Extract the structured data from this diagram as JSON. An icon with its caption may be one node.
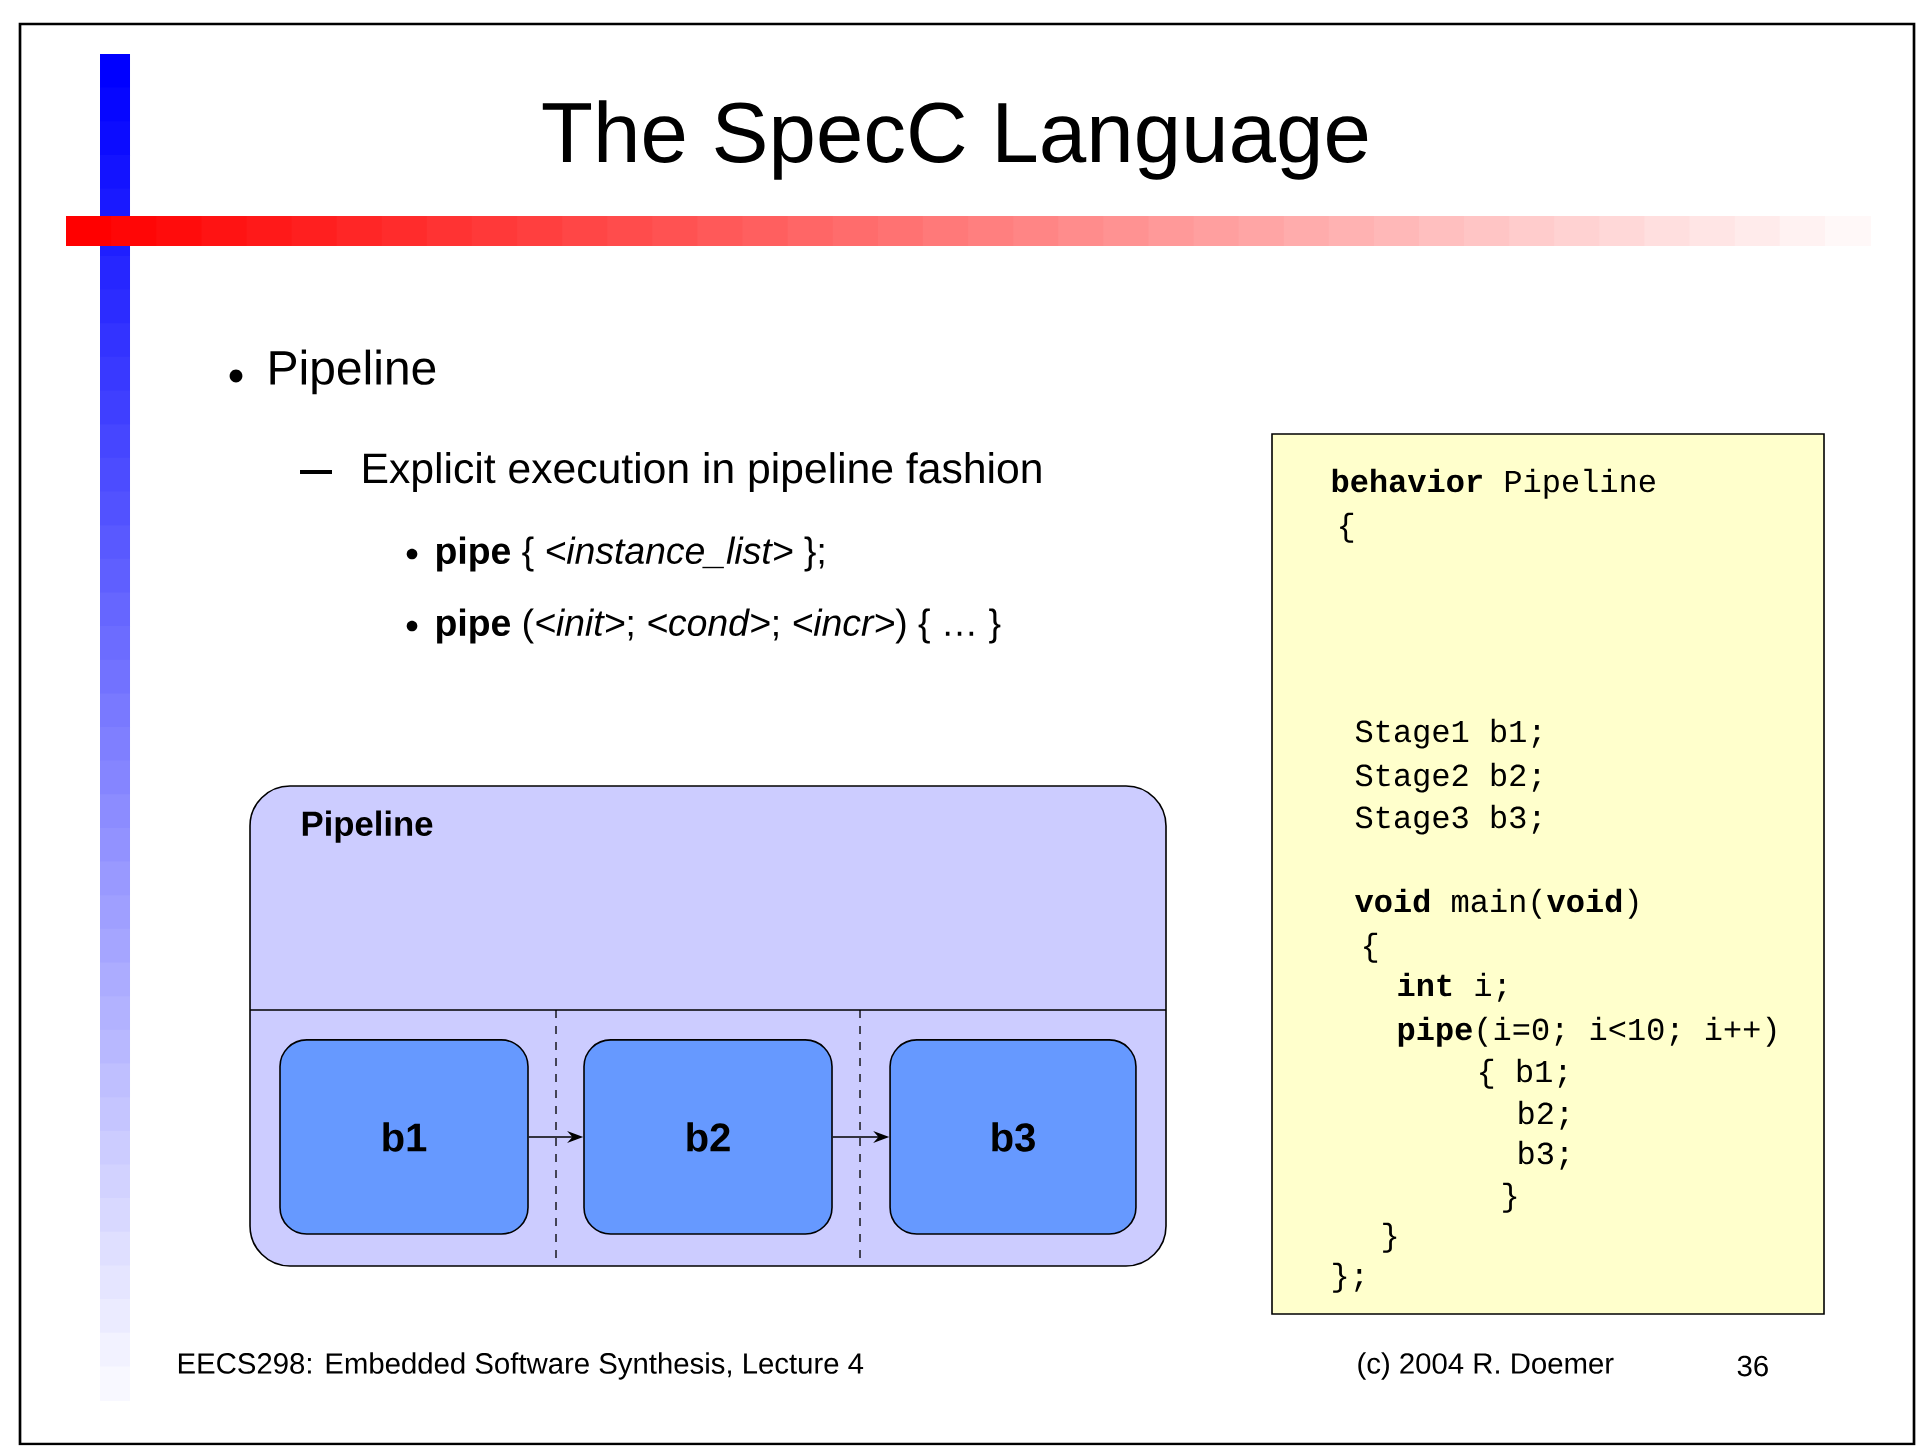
{
  "diagram": {
    "title": "The SpecC Language",
    "nodes": [
      {
        "text": [
          "Pipeline"
        ]
      },
      {
        "text": [
          "b1"
        ],
        "in": 0
      },
      {
        "text": [
          "b2"
        ],
        "in": 0
      },
      {
        "text": [
          "b3"
        ],
        "in": 0
      },
      {
        "text": [
          "**behavior** Pipeline",
          "{",
          "Stage1 b1;",
          "Stage2 b2;",
          "Stage3 b3;",
          "**void** main(**void**)",
          "{",
          "**int** i;",
          "**pipe**(i=0; i<10; i++)",
          "{ b1;",
          "b2;",
          "b3;",
          "}",
          "}",
          "};"
        ]
      }
    ],
    "edges": [
      {
        "from": 1,
        "to": 2,
        "arrow": "to"
      },
      {
        "from": 2,
        "to": 3,
        "arrow": "to"
      }
    ],
    "labels": [
      "Pipeline",
      "Explicit execution in pipeline fashion",
      "**pipe** { *<instance_list>* };",
      "**pipe** (*<init>*; *<cond>*; *<incr>*) { … }",
      "EECS298: Embedded Software Synthesis, Lecture 4",
      "(c) 2004 R. Doemer",
      "36"
    ]
  }
}
